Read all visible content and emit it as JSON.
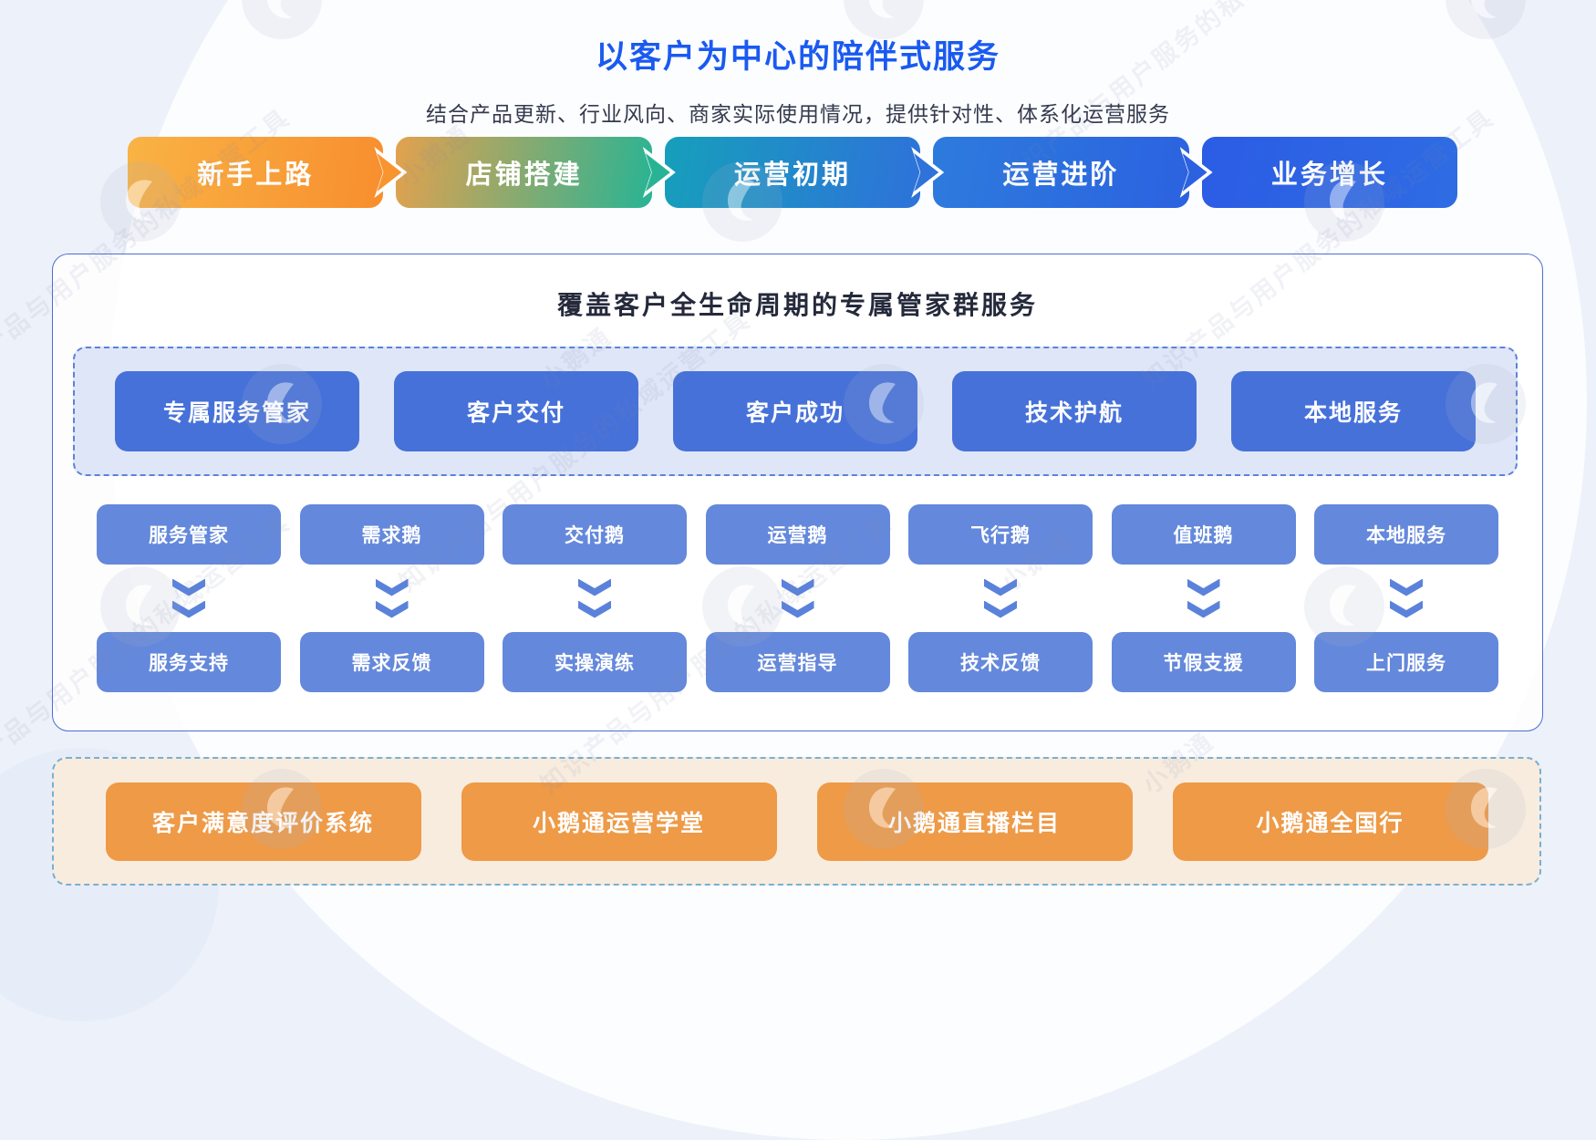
{
  "header": {
    "title": "以客户为中心的陪伴式服务",
    "subtitle": "结合产品更新、行业风向、商家实际使用情况，提供针对性、体系化运营服务"
  },
  "stages": [
    {
      "label": "新手上路",
      "bg": "linear-gradient(100deg, #f9b345, #f88e2e)",
      "point_color": "#f8952f"
    },
    {
      "label": "店铺搭建",
      "bg": "linear-gradient(100deg, #e3a14e, #28b494)",
      "point_color": "#28b494"
    },
    {
      "label": "运营初期",
      "bg": "linear-gradient(100deg, #169fbb, #2e72da)",
      "point_color": "#2e72da"
    },
    {
      "label": "运营进阶",
      "bg": "linear-gradient(100deg, #2d7bdd, #2c62e0)",
      "point_color": "#2c62e0"
    },
    {
      "label": "业务增长",
      "bg": "linear-gradient(100deg, #2b5ce5, #2f6ce3)",
      "point_color": ""
    }
  ],
  "lifecycle": {
    "title": "覆盖客户全生命周期的专属管家群服务",
    "managers": [
      "专属服务管家",
      "客户交付",
      "客户成功",
      "技术护航",
      "本地服务"
    ],
    "columns": [
      {
        "role": "服务管家",
        "support": "服务支持"
      },
      {
        "role": "需求鹅",
        "support": "需求反馈"
      },
      {
        "role": "交付鹅",
        "support": "实操演练"
      },
      {
        "role": "运营鹅",
        "support": "运营指导"
      },
      {
        "role": "飞行鹅",
        "support": "技术反馈"
      },
      {
        "role": "值班鹅",
        "support": "节假支援"
      },
      {
        "role": "本地服务",
        "support": "上门服务"
      }
    ]
  },
  "resources": {
    "buttons": [
      "客户满意度评价系统",
      "小鹅通运营学堂",
      "小鹅通直播栏目",
      "小鹅通全国行"
    ]
  },
  "watermark": {
    "brand": "小鹅通",
    "slogan": "知识产品与用户服务的私域运营工具"
  },
  "colors": {
    "title_blue": "#1a5af0",
    "subtitle_text": "#333a4d",
    "panel_border_blue": "#4a6fd4",
    "manager_panel_fill": "#dfe6f7",
    "manager_panel_border": "#5b82db",
    "deep_button_blue": "#4671d9",
    "light_button_blue": "#6488db",
    "chevron_blue": "#5b82db",
    "orange_button": "#ee9a47",
    "orange_panel_fill": "#f8ecdf",
    "orange_panel_border": "#77b0d4"
  }
}
